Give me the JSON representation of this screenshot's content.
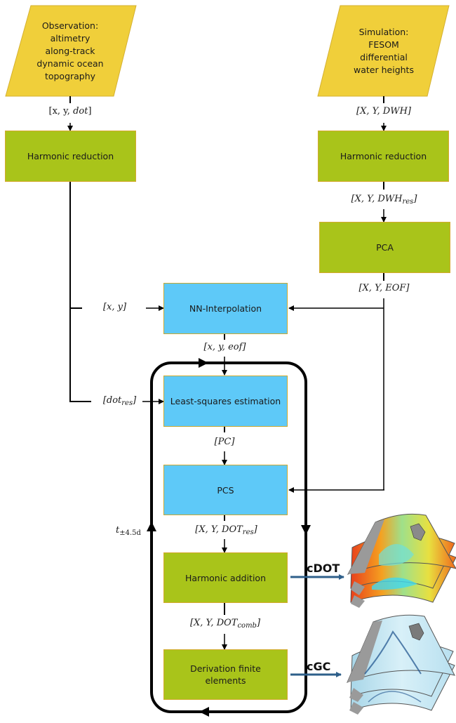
{
  "inputs": {
    "observation": [
      "Observation:",
      "altimetry",
      "along-track",
      "dynamic ocean",
      "topography"
    ],
    "simulation": [
      "Simulation:",
      "FESOM",
      "differential",
      "water heights"
    ]
  },
  "boxes": {
    "harmonic_reduction_obs": "Harmonic reduction",
    "harmonic_reduction_sim": "Harmonic reduction",
    "pca": "PCA",
    "nn_interpolation": "NN-Interpolation",
    "least_squares": "Least-squares estimation",
    "pcs": "PCS",
    "harmonic_addition": "Harmonic addition",
    "derivation_line1": "Derivation finite",
    "derivation_line2": "elements"
  },
  "labels": {
    "xy_dot": {
      "open": "[",
      "x": "x",
      "sep1": ", ",
      "y": "y",
      "sep2": ", ",
      "var": "dot",
      "close": "]"
    },
    "XY_DWH": {
      "text": "[X, Y, DWH]"
    },
    "XY_DWH_res": {
      "main": "[X, Y, DWH",
      "sub": "res",
      "close": "]"
    },
    "XY_EOF": {
      "text": "[X, Y, EOF]"
    },
    "xy": {
      "text": "[x, y]"
    },
    "xy_eof": {
      "text": "[x, y, eof]"
    },
    "dot_res": {
      "main": "[dot",
      "sub": "res",
      "close": "]"
    },
    "PC": {
      "text": "[PC]"
    },
    "XY_DOT_res": {
      "main": "[X, Y, DOT",
      "sub": "res",
      "close": "]"
    },
    "XY_DOT_comb": {
      "main": "[X, Y, DOT",
      "sub": "comb",
      "close": "]"
    },
    "time_window": {
      "main": "t",
      "sub": "±4.5d"
    }
  },
  "outputs": {
    "cdot": "cDOT",
    "cgc": "cGC"
  },
  "colors": {
    "input_yellow": "#f0cf3a",
    "process_green": "#a9c41a",
    "process_blue": "#5ec9f8",
    "output_arrow": "#2e5f8a"
  }
}
